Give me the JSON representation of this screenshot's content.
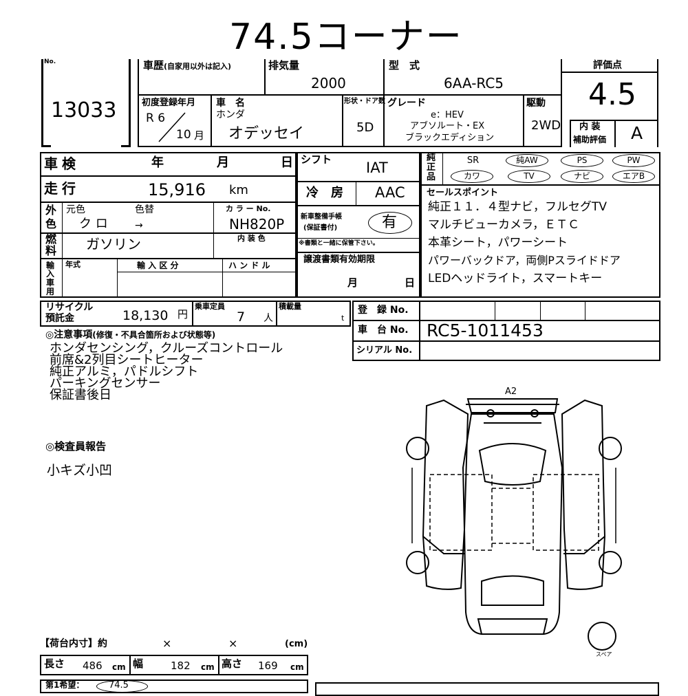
{
  "header": {
    "title": "74.5コーナー"
  },
  "top": {
    "no_label": "No.",
    "lot_no": "13033",
    "history_label": "車歴",
    "history_note": "(自家用以外は記入)",
    "displacement_label": "排気量",
    "displacement": "2000",
    "model_label": "型　式",
    "model": "6AA-RC5",
    "score_label": "評価点",
    "score": "4.5",
    "first_reg_label": "初度登録年月",
    "first_reg_year": "R 6",
    "first_reg_month": "10",
    "month_unit": "月",
    "car_name_label": "車　名",
    "maker": "ホンダ",
    "car_name": "オデッセイ",
    "doors_label": "形状・ドア数",
    "doors": "5D",
    "grade_label": "グレード",
    "grade_lines": [
      "e：HEV",
      "アブソルート・EX",
      "ブラックエディション"
    ],
    "drive_label": "駆動",
    "drive": "2WD",
    "interior_label_1": "内 装",
    "interior_label_2": "補助評価",
    "interior_score": "A"
  },
  "inspection": {
    "shaken_label": "車検",
    "year_label": "年",
    "month_label": "月",
    "day_label": "日",
    "mileage_label": "走行",
    "mileage": "15,916",
    "mileage_unit": "km",
    "color_side_1": "外",
    "color_side_2": "色",
    "orig_color_label": "元色",
    "color_change_label": "色替",
    "orig_color": "ク ロ",
    "arrow": "→",
    "color_no_label": "カ ラ ー No.",
    "color_no": "NH820P",
    "interior_color_label": "内 装 色",
    "fuel_side_1": "燃",
    "fuel_side_2": "料",
    "fuel": "ガソリン",
    "import_side": [
      "輸",
      "入",
      "車",
      "用"
    ],
    "import_year_label": "年式",
    "import_type_label": "輸 入 区 分",
    "handle_label": "ハ ン ド ル"
  },
  "middle": {
    "shift_label": "シフト",
    "shift": "IAT",
    "ac_label": "冷　房",
    "ac": "AAC",
    "manual_label_1": "新車整備手帳",
    "manual_label_2": "(保証書付)",
    "manual_value": "有",
    "manual_note": "※書類と一緒に保管下さい。",
    "transfer_label": "譲渡書類有効期限",
    "transfer_month": "月",
    "transfer_day": "日"
  },
  "equipment": {
    "side_1": "純",
    "side_2": "正",
    "side_3": "品",
    "row1": [
      "SR",
      "純AW",
      "PS",
      "PW"
    ],
    "row2": [
      "カワ",
      "TV",
      "ナビ",
      "エアB"
    ],
    "sales_title": "セールスポイント",
    "sales_lines": [
      "純正１１．４型ナビ，フルセグTV",
      "マルチビューカメラ，ＥＴＣ",
      "本革シート，パワーシート",
      "パワーバックドア，両側Pスライドドア",
      "LEDヘッドライト，スマートキー"
    ]
  },
  "recycle": {
    "label_1": "リサイクル",
    "label_2": "預託金",
    "amount": "18,130",
    "yen": "円",
    "capacity_label": "乗車定員",
    "capacity": "7",
    "capacity_unit": "人",
    "load_label": "積載量",
    "load_unit": "t"
  },
  "registration": {
    "reg_label": "登　録 No.",
    "chassis_label": "車　台 No.",
    "chassis": "RC5-1011453",
    "serial_label": "シリアル No."
  },
  "notes": {
    "title": "◎注意事項",
    "title_note": "(修復・不具合箇所および状態等)",
    "lines": [
      "ホンダセンシング，クルーズコントロール",
      "前席&2列目シートヒーター",
      "純正アルミ，パドルシフト",
      "パーキングセンサー",
      "保証書後日"
    ]
  },
  "inspector": {
    "title": "◎検査員報告",
    "text": "小キズ小凹"
  },
  "diagram": {
    "mark": "A2",
    "spare_label": "スペア"
  },
  "cargo": {
    "title": "【荷台内寸】約",
    "x1": "×",
    "x2": "×",
    "unit": "(cm)",
    "length_label": "長さ",
    "length": "486",
    "width_label": "幅",
    "width": "182",
    "height_label": "高さ",
    "height": "169",
    "cm": "cm",
    "first_bid_label": "第1希望：",
    "first_bid": "74.5"
  }
}
